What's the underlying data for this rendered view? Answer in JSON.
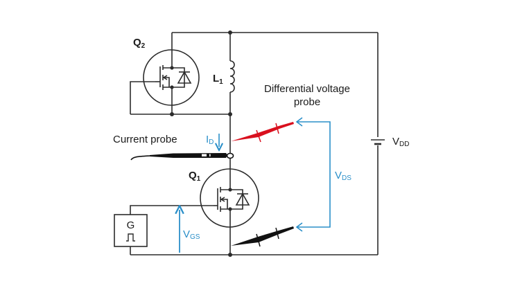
{
  "diagram": {
    "type": "circuit-schematic",
    "title": "Double-pulse test setup with current and differential voltage probes",
    "colors": {
      "wire": "#2b2b2b",
      "measurement": "#2a8fc9",
      "probe_positive": "#d9101e",
      "probe_negative": "#111111"
    },
    "components": {
      "q2": {
        "label": "Q",
        "sub": "2",
        "type": "MOSFET with body diode",
        "role": "high-side"
      },
      "q1": {
        "label": "Q",
        "sub": "1",
        "type": "MOSFET with body diode",
        "role": "low-side (device under test)"
      },
      "l1": {
        "label": "L",
        "sub": "1",
        "type": "inductor"
      },
      "vdd": {
        "label": "V",
        "sub": "DD",
        "type": "DC voltage source"
      },
      "gate_driver": {
        "label": "G",
        "symbol": "⎍",
        "type": "pulse gate driver"
      }
    },
    "probes": {
      "current_probe": {
        "label": "Current probe"
      },
      "differential_probe": {
        "label_line1": "Differential voltage",
        "label_line2": "probe"
      }
    },
    "measurements": {
      "id": {
        "label": "I",
        "sub": "D",
        "direction": "down"
      },
      "vds": {
        "label": "V",
        "sub": "DS"
      },
      "vgs": {
        "label": "V",
        "sub": "GS",
        "direction": "up"
      }
    }
  }
}
